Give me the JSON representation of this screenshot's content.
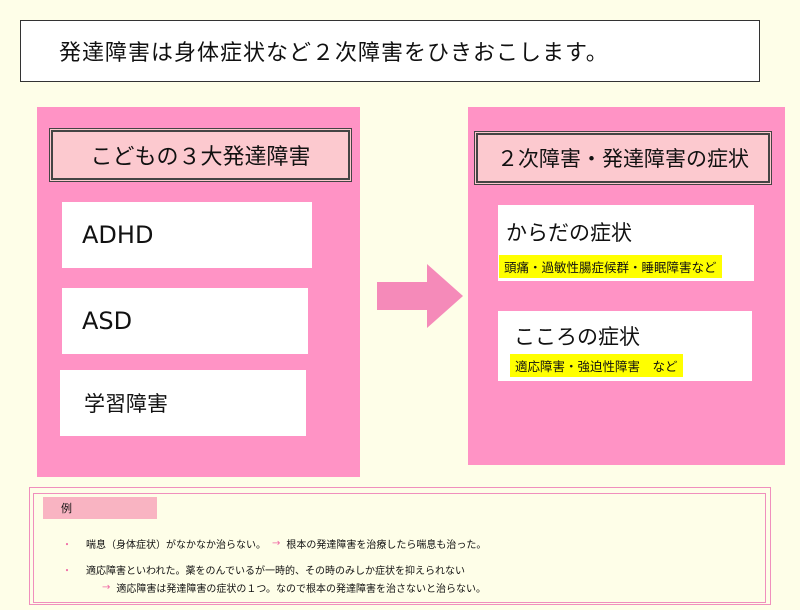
{
  "title": "発達障害は身体症状など２次障害をひきおこします。",
  "left": {
    "header": "こどもの３大発達障害",
    "items": [
      "ADHD",
      "ASD",
      "学習障害"
    ]
  },
  "right": {
    "header": "２次障害・発達障害の症状",
    "body": {
      "title": "からだの症状",
      "examples": "頭痛・過敏性腸症候群・睡眠障害など"
    },
    "mind": {
      "title": "こころの症状",
      "examples": "適応障害・強迫性障害　など"
    }
  },
  "example": {
    "label": "例",
    "bullet": "・",
    "arrow": "→",
    "line1_a": "喘息（身体症状）がなかなか治らない。",
    "line1_b": "根本の発達障害を治療したら喘息も治った。",
    "line2": "適応障害といわれた。薬をのんでいるが一時的、その時のみしか症状を抑えられない",
    "line3": "適応障害は発達障害の症状の１つ。なので根本の発達障害を治さないと治らない。"
  },
  "colors": {
    "background": "#fefee8",
    "panel": "#ff93c5",
    "header": "#fcc9cf",
    "highlight": "#ffff00",
    "arrow": "#f58ab9"
  }
}
